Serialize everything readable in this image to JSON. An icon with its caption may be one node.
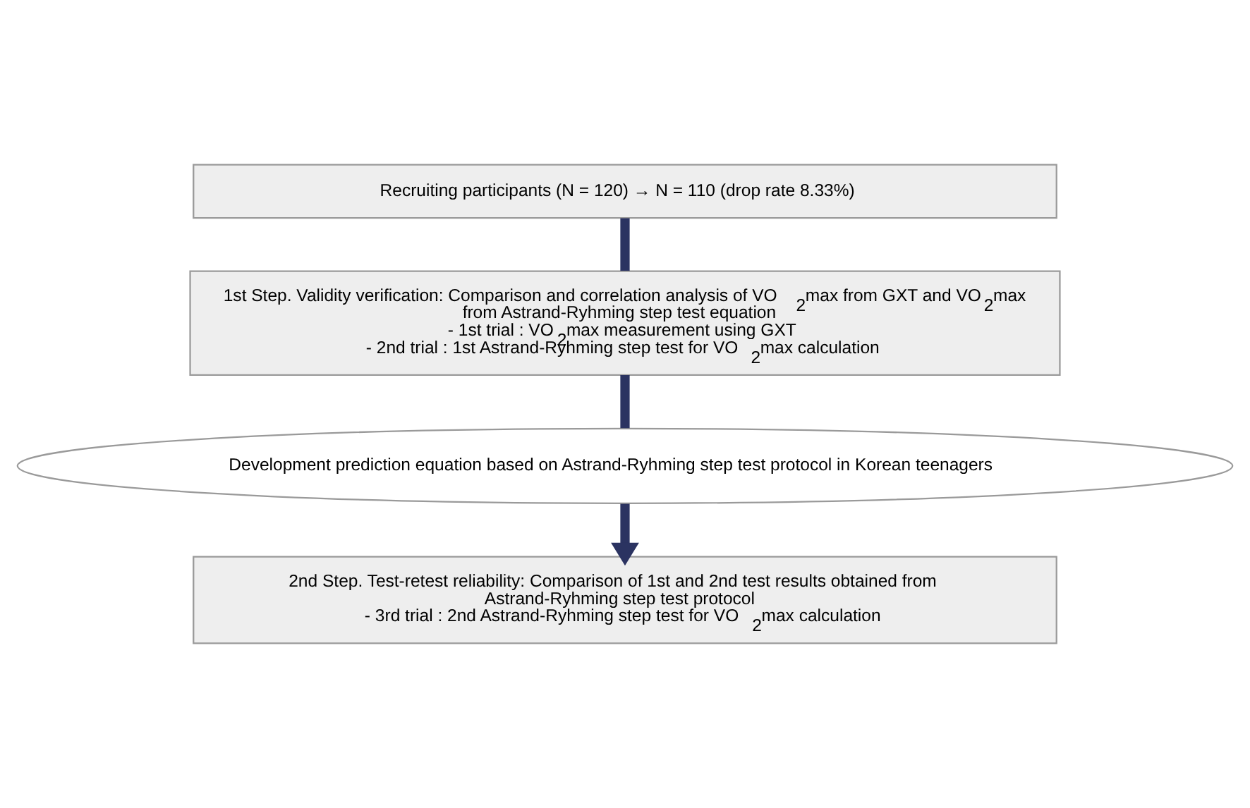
{
  "diagram": {
    "nodes": [
      {
        "text": [
          "Recruiting participants (N = 120) → N = 110 (drop rate 8.33%)"
        ]
      },
      {
        "text": [
          "1st Step. Validity verification: Comparison and correlation analysis of VO$_{2}$max from GXT and VO$_{2}$max from Astrand-Ryhming step test equation",
          "- 1st trial : VO$_{2}$max measurement using GXT",
          "- 2nd trial : 1st Astrand-Ryhming step test for VO$_{2}$max calculation"
        ]
      },
      {
        "text": [
          "Development prediction equation based on Astrand-Ryhming step test protocol in Korean teenagers"
        ]
      },
      {
        "text": [
          "2nd Step. Test-retest reliability: Comparison of 1st and 2nd test results obtained from Astrand-Ryhming step test protocol",
          "- 3rd trial : 2nd Astrand-Ryhming step test for VO$_{2}$max calculation"
        ]
      }
    ],
    "edges": [
      {
        "from": 0,
        "to": 1,
        "arrow": "none"
      },
      {
        "from": 1,
        "to": 2,
        "arrow": "none"
      },
      {
        "from": 2,
        "to": 3,
        "arrow": "to"
      }
    ]
  }
}
